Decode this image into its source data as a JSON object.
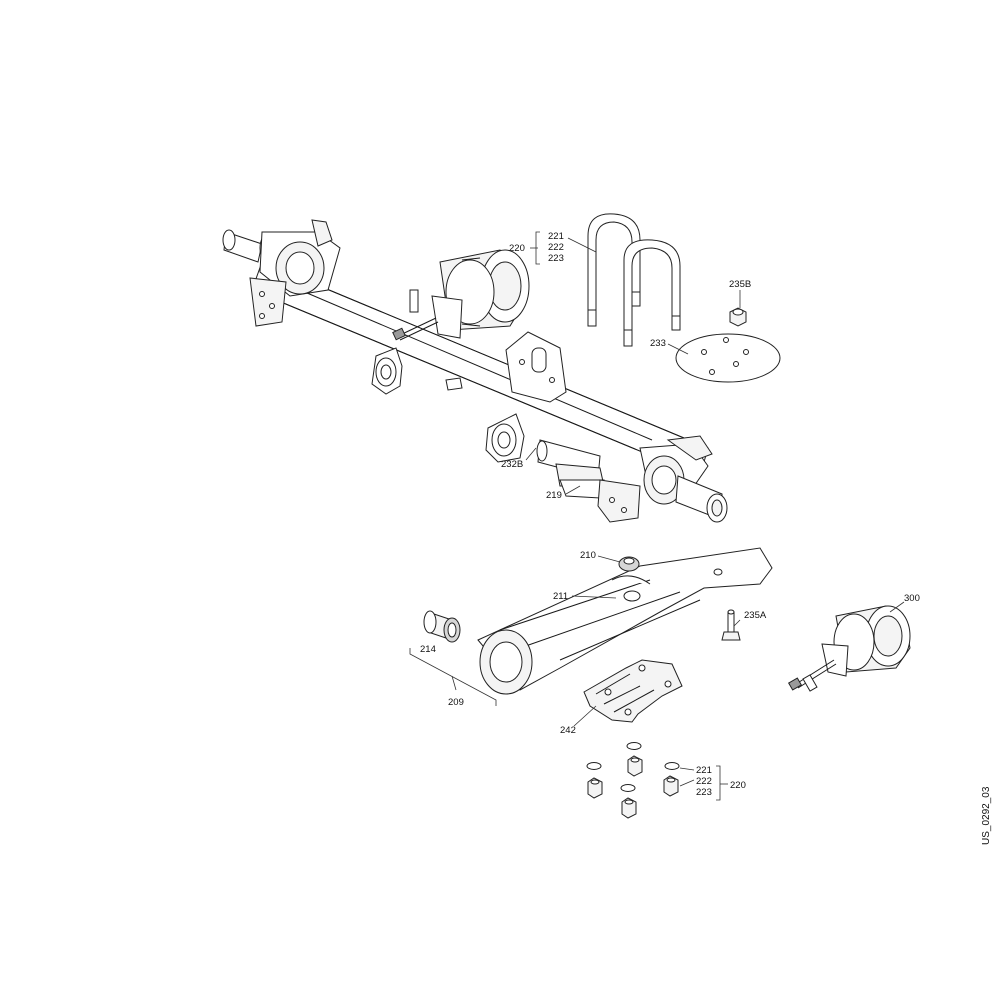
{
  "labels": {
    "l221a": "221",
    "l222a": "222",
    "l223a": "223",
    "l220a": "220",
    "l235B": "235B",
    "l233": "233",
    "l232B": "232B",
    "l219": "219",
    "l210": "210",
    "l211": "211",
    "l235A": "235A",
    "l300": "300",
    "l214": "214",
    "l209": "209",
    "l242": "242",
    "l221b": "221",
    "l222b": "222",
    "l223b": "223",
    "l220b": "220"
  },
  "drawing_code": "US_0292_03"
}
